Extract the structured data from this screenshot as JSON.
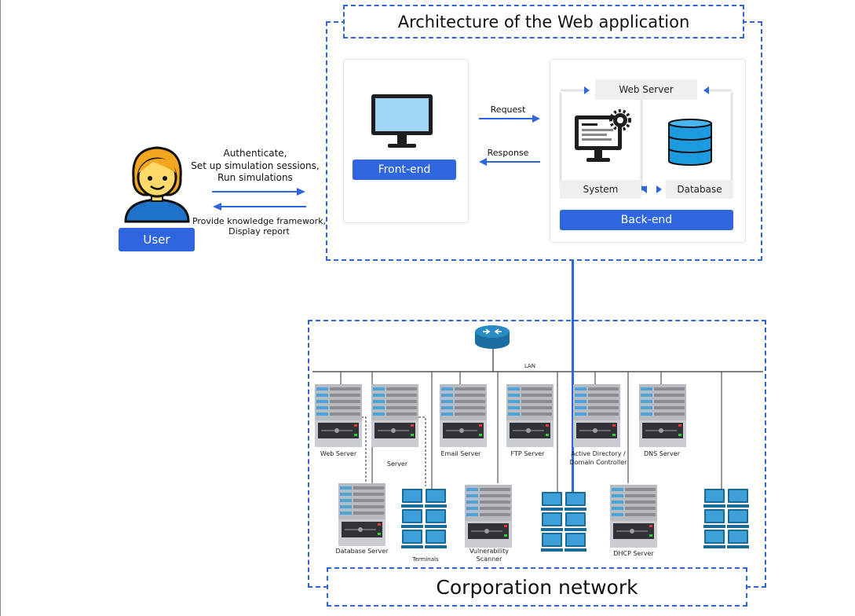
{
  "webapp": {
    "title": "Architecture of the Web application",
    "frontend_label": "Front-end",
    "request_label": "Request",
    "response_label": "Response",
    "web_server_label": "Web Server",
    "system_label": "System",
    "database_label": "Database",
    "backend_label": "Back-end"
  },
  "user": {
    "label": "User",
    "actions_line1": "Authenticate,",
    "actions_line2": "Set up simulation sessions,",
    "actions_line3": "Run simulations",
    "feedback_line1": "Provide knowledge framework,",
    "feedback_line2": "Display report"
  },
  "network": {
    "title": "Corporation network",
    "lan_label": "LAN",
    "servers": {
      "web": "Web Server",
      "server": "Server",
      "email": "Email Server",
      "ftp": "FTP Server",
      "ad_line1": "Active Directory /",
      "ad_line2": "Domain Controller",
      "dns": "DNS Server",
      "database": "Database Server",
      "terminals": "Terminals",
      "vuln_line1": "Vulnerability",
      "vuln_line2": "Scanner",
      "dhcp": "DHCP Server"
    }
  },
  "colors": {
    "accent": "#2f66e0",
    "dashed_border": "#2f66d9",
    "panel_grey": "#efefef",
    "server_body": "#c9ccd0",
    "user_skin": "#ffd96a"
  },
  "icons": [
    "user-avatar-icon",
    "monitor-icon",
    "system-gear-icon",
    "database-icon",
    "router-icon",
    "server-icon",
    "terminal-group-icon",
    "arrow-icon"
  ]
}
